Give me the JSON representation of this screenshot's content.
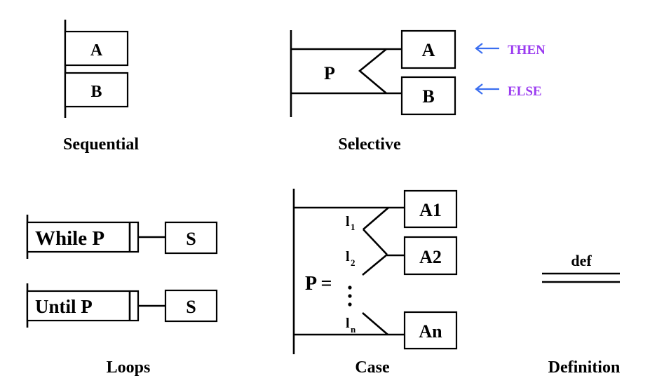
{
  "sequential": {
    "box_a": "A",
    "box_b": "B",
    "caption": "Sequential"
  },
  "selective": {
    "predicate": "P",
    "box_a": "A",
    "box_b": "B",
    "then_note": "THEN",
    "else_note": "ELSE",
    "caption": "Selective",
    "note_color": "#9b3cf0",
    "arrow_color": "#3a6ef0"
  },
  "loops": {
    "while_label": "While P",
    "while_body": "S",
    "until_label": "Until P",
    "until_body": "S",
    "caption": "Loops"
  },
  "case": {
    "predicate": "P =",
    "box_a1": "A1",
    "box_a2": "A2",
    "box_an": "An",
    "label_1": "l",
    "label_1_sub": "1",
    "label_2": "l",
    "label_2_sub": "2",
    "label_n": "l",
    "label_n_sub": "n",
    "caption": "Case"
  },
  "definition": {
    "symbol_label": "def",
    "caption": "Definition"
  }
}
